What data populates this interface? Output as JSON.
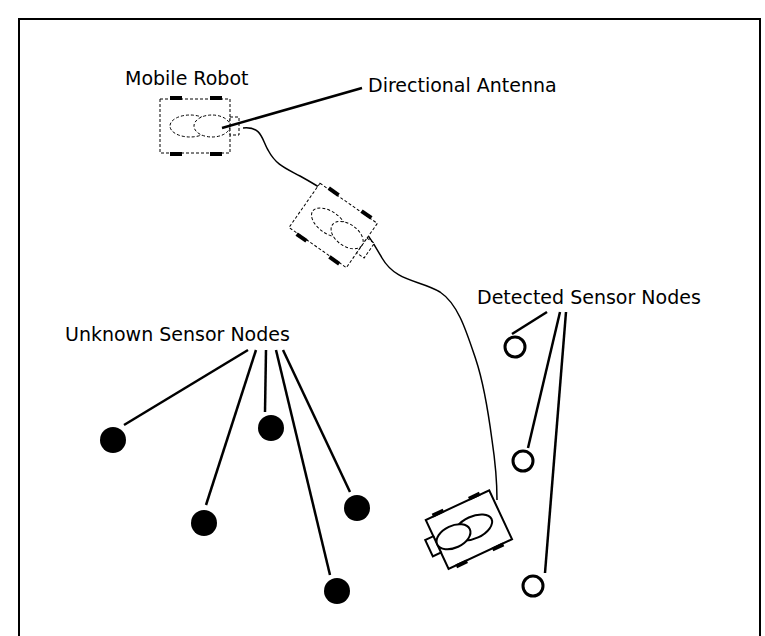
{
  "diagram": {
    "labels": [
      "Mobile Robot",
      "Directional Antenna",
      "Detected Sensor Nodes",
      "Unknown Sensor Nodes"
    ]
  }
}
